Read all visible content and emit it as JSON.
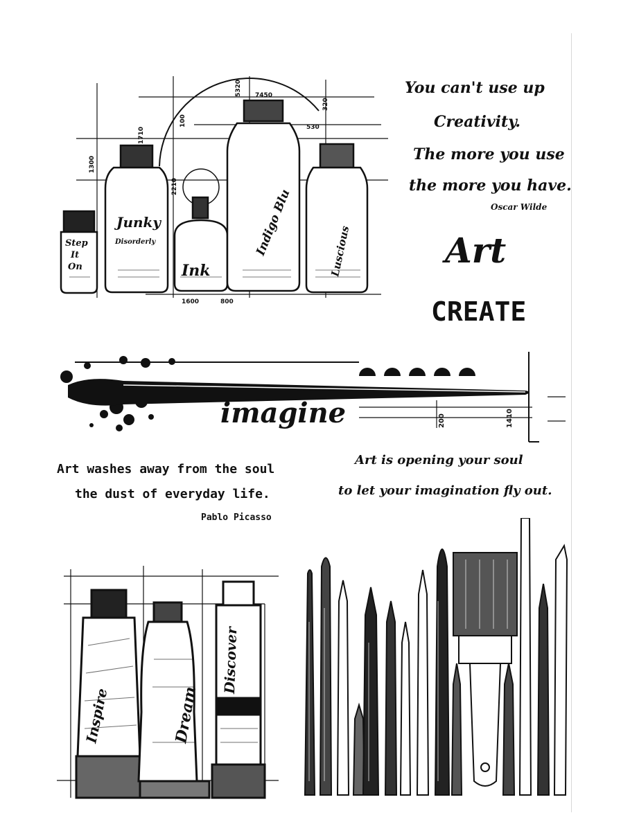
{
  "quote_wilde": {
    "line1": "You can't use up",
    "line2": "Creativity.",
    "line3": "The more you use",
    "line4": "the more you have.",
    "author": "Oscar Wilde"
  },
  "art_word": "Art",
  "create_word": "CREATE",
  "bottles": {
    "b1": [
      "Step",
      "It",
      "On"
    ],
    "b2": [
      "Junky",
      "Disorderly"
    ],
    "b3": "Ink",
    "b4": "Indigo Blu",
    "b5": "Luscious"
  },
  "blueprint_numbers": {
    "n1": "1300",
    "n2": "1710",
    "n3": "100",
    "n4": "5320",
    "n5": "7450",
    "n6": "320",
    "n7": "530",
    "n8": "2210",
    "n9": "1600",
    "n10": "800",
    "n11": "200",
    "n12": "1410"
  },
  "imagine_word": "imagine",
  "quote_picasso": {
    "line1": "Art washes away from the soul",
    "line2": "the dust of everyday life.",
    "author": "Pablo Picasso"
  },
  "quote_soul": {
    "line1": "Art is opening your soul",
    "line2": "to let your imagination fly out."
  },
  "tubes": {
    "t1": "Inspire",
    "t2": "Dream",
    "t3": "Discover"
  },
  "icons": {
    "bottles": "ink-bottles-illustration",
    "brush": "paintbrush-illustration",
    "tubes": "paint-tubes-illustration",
    "brushes": "brushes-pencils-illustration"
  }
}
